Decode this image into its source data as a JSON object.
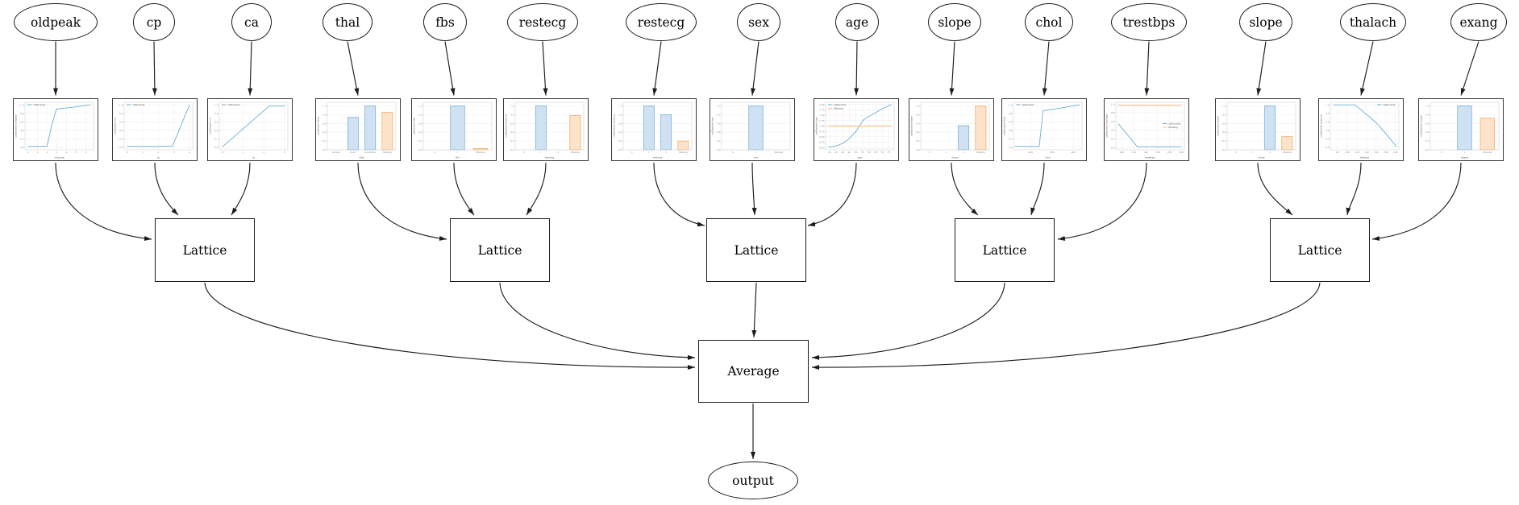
{
  "diagram": {
    "lattice_label": "Lattice",
    "average_label": "Average",
    "output_label": "output",
    "lattice_count": 5,
    "feature_count": 15
  },
  "features": [
    {
      "label": "oldpeak"
    },
    {
      "label": "cp"
    },
    {
      "label": "ca"
    },
    {
      "label": "thal"
    },
    {
      "label": "fbs"
    },
    {
      "label": "restecg"
    },
    {
      "label": "restecg"
    },
    {
      "label": "sex"
    },
    {
      "label": "age"
    },
    {
      "label": "slope"
    },
    {
      "label": "chol"
    },
    {
      "label": "trestbps"
    },
    {
      "label": "slope"
    },
    {
      "label": "thalach"
    },
    {
      "label": "exang"
    }
  ],
  "colors": {
    "edge": "#1c1c1c",
    "node_border": "#1c1c1c",
    "node_fill": "#ffffff",
    "chart_border": "#3a3a3a",
    "blue_line": "#6baed6",
    "orange_line": "#fdbe85",
    "blue_bar_fill": "#cfe1f2",
    "blue_bar_edge": "#6baed6",
    "orange_bar_fill": "#fde3c9",
    "orange_bar_edge": "#f4a55a",
    "grid": "#e9e9e9",
    "spine": "#c9c9c9",
    "tick_text": "#888888",
    "label_text": "#555555"
  },
  "chart_data": [
    {
      "type": "line",
      "feature": "oldpeak",
      "xlabel": "oldpeak",
      "ylabel": "calibrated oldpeak",
      "xlim": [
        -0.3,
        6.8
      ],
      "ylim": [
        -0.06,
        1.06
      ],
      "xticks": [
        0,
        1,
        2,
        3,
        4,
        5,
        6
      ],
      "yticks": [
        0,
        0.2,
        0.4,
        0.6,
        0.8,
        1.0
      ],
      "ydec": 1,
      "legend": [
        "calibrated"
      ],
      "legend_pos": "tl",
      "series": [
        {
          "name": "calibrated",
          "color": "blue",
          "x": [
            0,
            1,
            2,
            2.45,
            2.95,
            4.2,
            6.5
          ],
          "y": [
            0.02,
            0.02,
            0.03,
            0.5,
            0.9,
            0.93,
            1.0
          ]
        }
      ]
    },
    {
      "type": "line",
      "feature": "cp",
      "xlabel": "cp",
      "ylabel": "calibrated cp",
      "xlim": [
        -0.2,
        4.2
      ],
      "ylim": [
        -0.06,
        1.06
      ],
      "xticks": [
        0,
        1,
        2,
        3,
        4
      ],
      "yticks": [
        0,
        0.2,
        0.4,
        0.6,
        0.8,
        1.0
      ],
      "ydec": 1,
      "legend": [
        "calibrated"
      ],
      "legend_pos": "tl",
      "series": [
        {
          "name": "calibrated",
          "color": "blue",
          "x": [
            0,
            1,
            2,
            2.9,
            4
          ],
          "y": [
            0.02,
            0.02,
            0.02,
            0.03,
            1.0
          ]
        }
      ]
    },
    {
      "type": "line",
      "feature": "ca",
      "xlabel": "ca",
      "ylabel": "calibrated ca",
      "xlim": [
        -0.15,
        3.15
      ],
      "ylim": [
        -0.06,
        1.06
      ],
      "xticks": [
        0,
        1,
        2,
        3
      ],
      "yticks": [
        0,
        0.2,
        0.4,
        0.6,
        0.8,
        1.0
      ],
      "ydec": 1,
      "legend": [
        "calibrated"
      ],
      "legend_pos": "tl",
      "series": [
        {
          "name": "calibrated",
          "color": "blue",
          "x": [
            0,
            2.25,
            3
          ],
          "y": [
            0.01,
            0.97,
            0.97
          ]
        }
      ]
    },
    {
      "type": "bar",
      "feature": "thal",
      "xlabel": "thal",
      "ylabel": "calibrated thal",
      "categories": [
        "normal",
        "fixed",
        "reversible",
        "Missing"
      ],
      "values": [
        0,
        0.74,
        1.0,
        0.85
      ],
      "ylim": [
        0,
        1.08
      ],
      "yticks": [
        0,
        0.2,
        0.4,
        0.6,
        0.8,
        1.0
      ],
      "ydec": 1
    },
    {
      "type": "bar",
      "feature": "fbs",
      "xlabel": "fbs",
      "ylabel": "calibrated fbs",
      "categories": [
        "0",
        "1",
        "Missing"
      ],
      "values": [
        0,
        1.0,
        0.03
      ],
      "ylim": [
        0,
        1.08
      ],
      "yticks": [
        0,
        0.2,
        0.4,
        0.6,
        0.8,
        1.0
      ],
      "ydec": 1
    },
    {
      "type": "bar",
      "feature": "restecg",
      "xlabel": "restecg",
      "ylabel": "calibrated restecg",
      "categories": [
        "0",
        "1",
        "2",
        "Missing"
      ],
      "values": [
        0,
        1.0,
        0,
        0.78
      ],
      "ylim": [
        0,
        1.08
      ],
      "yticks": [
        0,
        0.2,
        0.4,
        0.6,
        0.8,
        1.0
      ],
      "ydec": 1
    },
    {
      "type": "bar",
      "feature": "restecg",
      "xlabel": "restecg",
      "ylabel": "calibrated restecg",
      "categories": [
        "0",
        "1",
        "2",
        "Missing"
      ],
      "values": [
        0,
        1.0,
        0.8,
        0.2
      ],
      "ylim": [
        0,
        1.08
      ],
      "yticks": [
        0,
        0.2,
        0.4,
        0.6,
        0.8,
        1.0
      ],
      "ydec": 1
    },
    {
      "type": "bar",
      "feature": "sex",
      "xlabel": "sex",
      "ylabel": "calibrated sex",
      "categories": [
        "0",
        "1",
        "Missing"
      ],
      "values": [
        0,
        1.0,
        0
      ],
      "ylim": [
        0,
        1.08
      ],
      "yticks": [
        0,
        0.2,
        0.4,
        0.6,
        0.8,
        1.0
      ],
      "ydec": 1
    },
    {
      "type": "line",
      "feature": "age",
      "xlabel": "age",
      "ylabel": "calibrated age",
      "xlim": [
        27,
        79
      ],
      "ylim": [
        -0.1,
        2.1
      ],
      "xticks": [
        30,
        35,
        40,
        45,
        50,
        55,
        60,
        65,
        70,
        75
      ],
      "yticks": [
        0,
        0.25,
        0.5,
        0.75,
        1.0,
        1.25,
        1.5,
        1.75,
        2.0
      ],
      "ydec": 2,
      "legend": [
        "calibrated",
        "Missing"
      ],
      "legend_pos": "tl",
      "series": [
        {
          "name": "calibrated",
          "color": "blue",
          "x": [
            29,
            35,
            40,
            45,
            50,
            53,
            56,
            60,
            65,
            70,
            77
          ],
          "y": [
            0.02,
            0.08,
            0.2,
            0.42,
            0.75,
            1.05,
            1.3,
            1.45,
            1.62,
            1.8,
            2.0
          ]
        },
        {
          "name": "Missing",
          "color": "orange",
          "x": [
            29,
            77
          ],
          "y": [
            1.0,
            1.0
          ]
        }
      ]
    },
    {
      "type": "bar",
      "feature": "slope",
      "xlabel": "slope",
      "ylabel": "calibrated slope",
      "categories": [
        "0",
        "1",
        "2",
        "Missing"
      ],
      "values": [
        0,
        0,
        0.55,
        1.0
      ],
      "ylim": [
        0,
        1.08
      ],
      "yticks": [
        0,
        0.2,
        0.4,
        0.6,
        0.8,
        1.0
      ],
      "ydec": 1
    },
    {
      "type": "line",
      "feature": "chol",
      "xlabel": "chol",
      "ylabel": "calibrated chol",
      "xlim": [
        120,
        440
      ],
      "ylim": [
        -0.06,
        1.06
      ],
      "xticks": [
        200,
        300,
        400
      ],
      "yticks": [
        0,
        0.2,
        0.4,
        0.6,
        0.8,
        1.0
      ],
      "ydec": 1,
      "legend": [
        "calibrated"
      ],
      "legend_pos": "tl",
      "series": [
        {
          "name": "calibrated",
          "color": "blue",
          "x": [
            126,
            240,
            258,
            310,
            430
          ],
          "y": [
            0.02,
            0.02,
            0.86,
            0.9,
            1.0
          ]
        }
      ]
    },
    {
      "type": "line",
      "feature": "trestbps",
      "xlabel": "trestbps",
      "ylabel": "calibrated trestbps",
      "xlim": [
        90,
        205
      ],
      "ylim": [
        -0.05,
        1.04
      ],
      "xticks": [
        100,
        120,
        140,
        160,
        180,
        200
      ],
      "yticks": [
        0,
        0.2,
        0.4,
        0.6,
        0.8,
        1.0
      ],
      "ydec": 1,
      "legend": [
        "calibrated",
        "Missing"
      ],
      "legend_pos": "rm",
      "series": [
        {
          "name": "calibrated",
          "color": "blue",
          "x": [
            94,
            126,
            200
          ],
          "y": [
            0.55,
            0.02,
            0.02
          ]
        },
        {
          "name": "Missing",
          "color": "orange",
          "x": [
            94,
            200
          ],
          "y": [
            0.97,
            0.97
          ]
        }
      ]
    },
    {
      "type": "bar",
      "feature": "slope",
      "xlabel": "slope",
      "ylabel": "calibrated slope",
      "categories": [
        "0",
        "1",
        "2",
        "Missing"
      ],
      "values": [
        0,
        0,
        1.0,
        0.3
      ],
      "ylim": [
        0,
        1.08
      ],
      "yticks": [
        0,
        0.2,
        0.4,
        0.6,
        0.8,
        1.0
      ],
      "ydec": 1
    },
    {
      "type": "line",
      "feature": "thalach",
      "xlabel": "thalach",
      "ylabel": "calibrated thalach",
      "xlim": [
        65,
        207
      ],
      "ylim": [
        -0.06,
        1.06
      ],
      "xticks": [
        80,
        100,
        120,
        140,
        160,
        180,
        200
      ],
      "yticks": [
        0,
        0.2,
        0.4,
        0.6,
        0.8,
        1.0
      ],
      "ydec": 1,
      "legend": [
        "calibrated"
      ],
      "legend_pos": "tr",
      "series": [
        {
          "name": "calibrated",
          "color": "blue",
          "x": [
            71,
            116,
            148,
            165,
            202
          ],
          "y": [
            1.0,
            1.0,
            0.7,
            0.52,
            0.02
          ]
        }
      ]
    },
    {
      "type": "bar",
      "feature": "exang",
      "xlabel": "exang",
      "ylabel": "calibrated exang",
      "categories": [
        "0",
        "1",
        "Missing"
      ],
      "values": [
        0,
        1.0,
        0.72
      ],
      "ylim": [
        0,
        1.08
      ],
      "yticks": [
        0,
        0.2,
        0.4,
        0.6,
        0.8,
        1.0
      ],
      "ydec": 1
    }
  ]
}
